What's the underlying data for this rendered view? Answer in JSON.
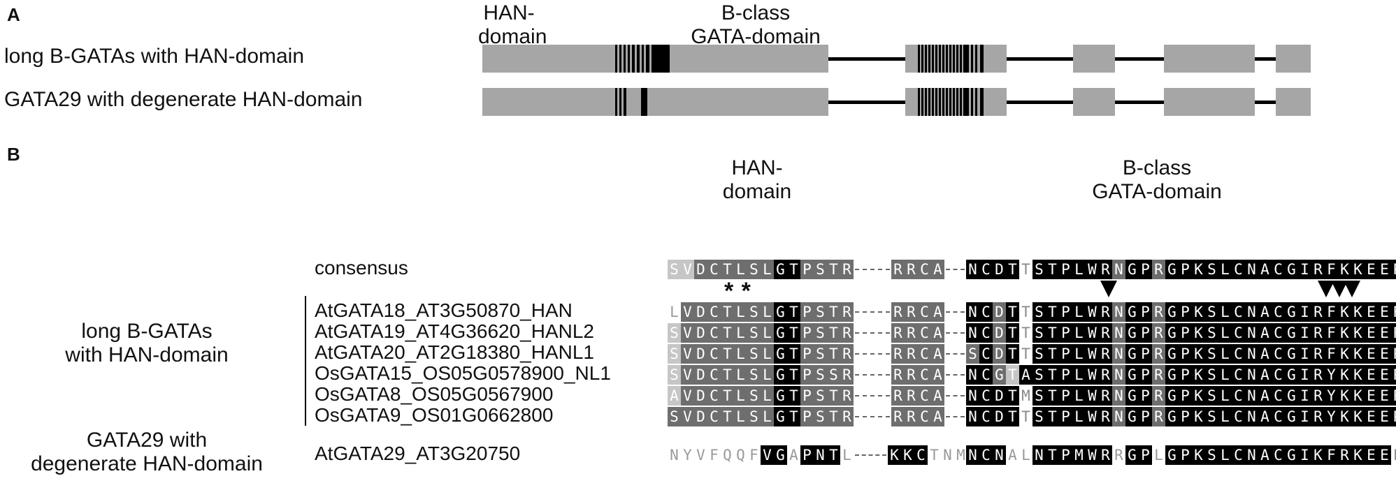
{
  "panelA": {
    "letter": "A",
    "han_label": "HAN-\ndomain",
    "bclass_label": "B-class\nGATA-domain",
    "row1_label": "long B-GATAs with HAN-domain",
    "row2_label": "GATA29 with degenerate HAN-domain"
  },
  "panelB": {
    "letter": "B",
    "han_label": "HAN-\ndomain",
    "bclass_label": "B-class\nGATA-domain",
    "asterisks": "* *",
    "group1_label": "long B-GATAs\nwith HAN-domain",
    "group2_label": "GATA29 with\ndegenerate HAN-domain",
    "sequences": [
      {
        "name": "consensus",
        "seg1": "SVDCTLSLGTPSTR",
        "c1": "llddddddkkdddd",
        "seg2": "RRCA",
        "c2": "dddd",
        "seg3": "NCDTT",
        "c3": "kkkkg",
        "seg4": "STPLWRNGPRGPKSLCNACGIRFKKEERR",
        "c4": "kkkkkkdkkdkkkkkkkkkkkkkkkkkkkk"
      },
      {
        "name": "AtGATA18_AT3G50870_HAN",
        "seg1": "LVDCTLSLGTPSTR",
        "c1": "wdddddddkkdddd",
        "seg2": "RRCA",
        "c2": "dddd",
        "seg3": "NCDTT",
        "c3": "kkdkg",
        "seg4": "STPLWRNGPRGPKSLCNACGIRFKKEERR",
        "c4": "kkkkkkdkkdkkkkkkkkkkkkkkkkkkkk"
      },
      {
        "name": "AtGATA19_AT4G36620_HANL2",
        "seg1": "SVDCTLSLGTPSTR",
        "c1": "ldddddddkkdddd",
        "seg2": "RRCA",
        "c2": "dddd",
        "seg3": "NCDTT",
        "c3": "kkdkg",
        "seg4": "STPLWRNGPRGPKSLCNACGIRFKKEERR",
        "c4": "kkkkkkdkkdkkkkkkkkkkkkkkkkkkkk"
      },
      {
        "name": "AtGATA20_AT2G18380_HANL1",
        "seg1": "SVDCTLSLGTPSTR",
        "c1": "ldddddddkkdddd",
        "seg2": "RRCA",
        "c2": "dddd",
        "seg3": "SCDTT",
        "c3": "dkdkg",
        "seg4": "STPLWRNGPRGPKSLCNACGIRFKKEERR",
        "c4": "kkkkkkdkkdkkkkkkkkkkkkkkkkkkkk"
      },
      {
        "name": "OsGATA15_OS05G0578900_NL1",
        "seg1": "SVDCTLSLGTPSSR",
        "c1": "ldddddddkkdddd",
        "seg2": "RRCA",
        "c2": "dddd",
        "seg3": "NCGTA",
        "c3": "kkdlk",
        "seg4": "STPLWRNGPRGPKSLCNACGIRYKKEERR",
        "c4": "kkkkkkdkkdkkkkkkkkkkkkkkkkkkkk"
      },
      {
        "name": "OsGATA8_OS05G0567900",
        "seg1": "AVDCTLSLGTPSTR",
        "c1": "ldddddddkkdddd",
        "seg2": "RRCA",
        "c2": "dddd",
        "seg3": "NCDTM",
        "c3": "kkkkg",
        "seg4": "STPLWRNGPRGPKSLCNACGIRYKKEERR",
        "c4": "kkkkkkdkkdkkkkkkkkkkkkkkkkkkkk"
      },
      {
        "name": "OsGATA9_OS01G0662800",
        "seg1": "SVDCTLSLGTPSTR",
        "c1": "ddddddddkkdddd",
        "seg2": "RRCA",
        "c2": "dddd",
        "seg3": "NCDTT",
        "c3": "kkkkg",
        "seg4": "STPLWRNGPRGPKSLCNACGIRYKKEERR",
        "c4": "kkkkkkdkkdkkkkkkkkkkkkkkkkkkkk"
      },
      {
        "name": "AtGATA29_AT3G20750",
        "seg1": "NYVFQQFVGAPNTL",
        "c1": "wwwwwwwkkwkkkw",
        "seg2": "KKCTNM",
        "c2": "kkkwww",
        "seg3": "NCNAL",
        "c3": "kkkww",
        "seg4": "NTPMWRRGPLGPKSLCNACGIKFRKEEER",
        "c4": "kkkkkkwkkwkkkkkkkkkkkkkkkkkgk"
      }
    ]
  }
}
